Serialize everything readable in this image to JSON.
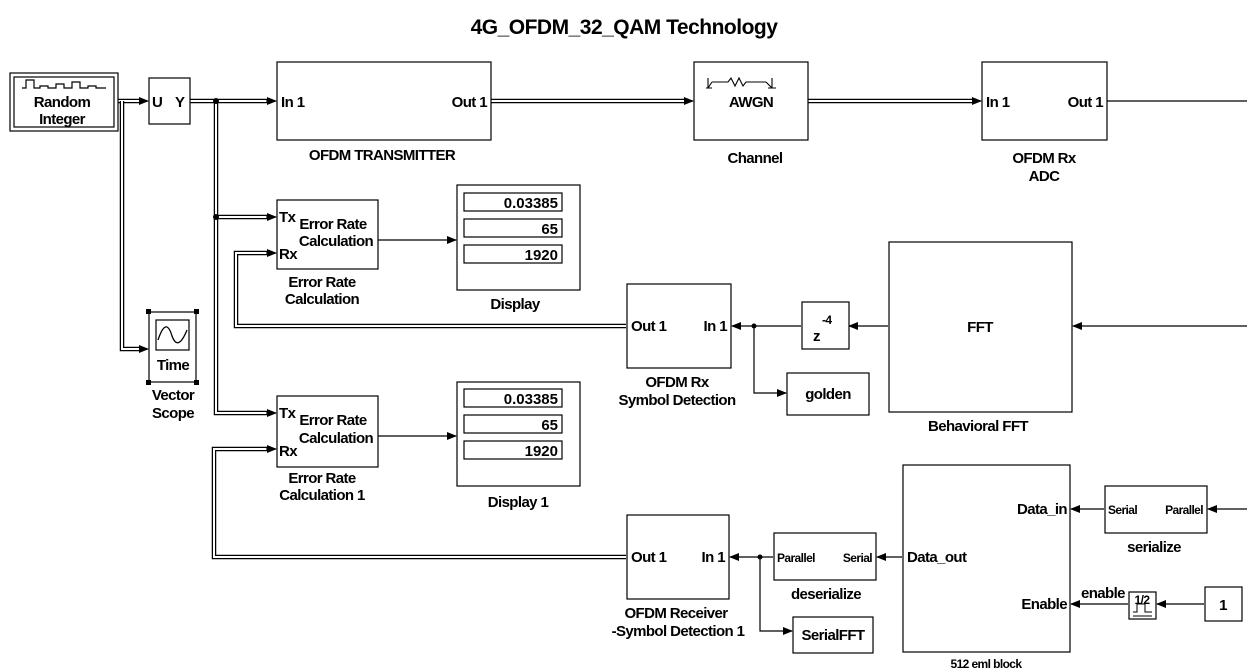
{
  "title": "4G_OFDM_32_QAM Technology",
  "blocks": {
    "random_integer": {
      "line1": "Random",
      "line2": "Integer"
    },
    "uy": {
      "u": "U",
      "y": "Y"
    },
    "ofdm_tx": {
      "in": "In 1",
      "out": "Out 1",
      "label": "OFDM TRANSMITTER"
    },
    "channel": {
      "name": "AWGN",
      "label": "Channel"
    },
    "ofdm_rx_adc": {
      "in": "In 1",
      "out": "Out 1",
      "label1": "OFDM Rx",
      "label2": "ADC"
    },
    "err_rate": {
      "tx": "Tx",
      "rx": "Rx",
      "line1": "Error Rate",
      "line2": "Calculation",
      "label1": "Error Rate",
      "label2": "Calculation"
    },
    "display": {
      "values": [
        "0.03385",
        "65",
        "1920"
      ],
      "label": "Display"
    },
    "err_rate1": {
      "tx": "Tx",
      "rx": "Rx",
      "line1": "Error Rate",
      "line2": "Calculation",
      "label1": "Error Rate",
      "label2": "Calculation 1"
    },
    "display1": {
      "values": [
        "0.03385",
        "65",
        "1920"
      ],
      "label": "Display 1"
    },
    "vector_scope": {
      "inner": "Time",
      "label1": "Vector",
      "label2": "Scope"
    },
    "ofdm_rx_sym": {
      "out": "Out 1",
      "in": "In 1",
      "label1": "OFDM Rx",
      "label2": "Symbol Detection"
    },
    "delay": {
      "z": "z",
      "exp": "-4"
    },
    "golden": {
      "name": "golden"
    },
    "fft": {
      "name": "FFT",
      "label": "Behavioral FFT"
    },
    "ofdm_receiver": {
      "out": "Out 1",
      "in": "In 1",
      "label1": "OFDM Receiver",
      "label2": "-Symbol Detection 1"
    },
    "deserialize": {
      "left": "Parallel",
      "right": "Serial",
      "label": "deserialize"
    },
    "serial_fft": {
      "name": "SerialFFT"
    },
    "eml": {
      "data_in": "Data_in",
      "data_out": "Data_out",
      "enable": "Enable",
      "label": "512 eml block"
    },
    "serialize": {
      "left": "Serial",
      "right": "Parallel",
      "label": "serialize"
    },
    "rate": {
      "name": "1/2"
    },
    "constant": {
      "value": "1"
    },
    "enable_signal": {
      "name": "enable"
    }
  }
}
